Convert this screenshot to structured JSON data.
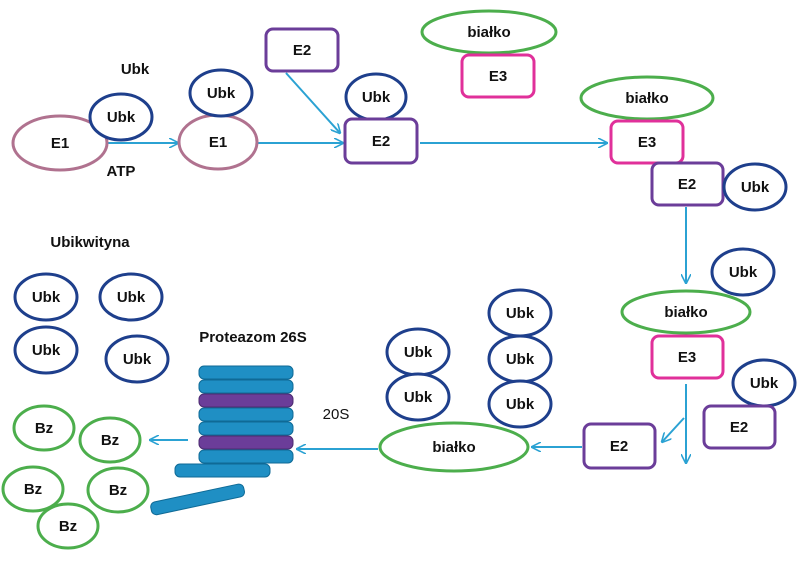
{
  "labels": {
    "e1": "E1",
    "e2": "E2",
    "e3": "E3",
    "ubk": "Ubk",
    "bialko": "białko",
    "bz": "Bz",
    "atp": "ATP",
    "ubikwityna": "Ubikwityna",
    "proteasome": "Proteazom 26S",
    "core": "20S"
  },
  "colors": {
    "e1": "#b0728f",
    "e2": "#6b3d99",
    "e3": "#e0309a",
    "ubk": "#1e3f8c",
    "bialko": "#4cae4c",
    "bz": "#4cae4c",
    "arrow": "#2ba2d3",
    "proteasome_blue": "#1f8fc4",
    "proteasome_purple": "#6b3d99"
  }
}
